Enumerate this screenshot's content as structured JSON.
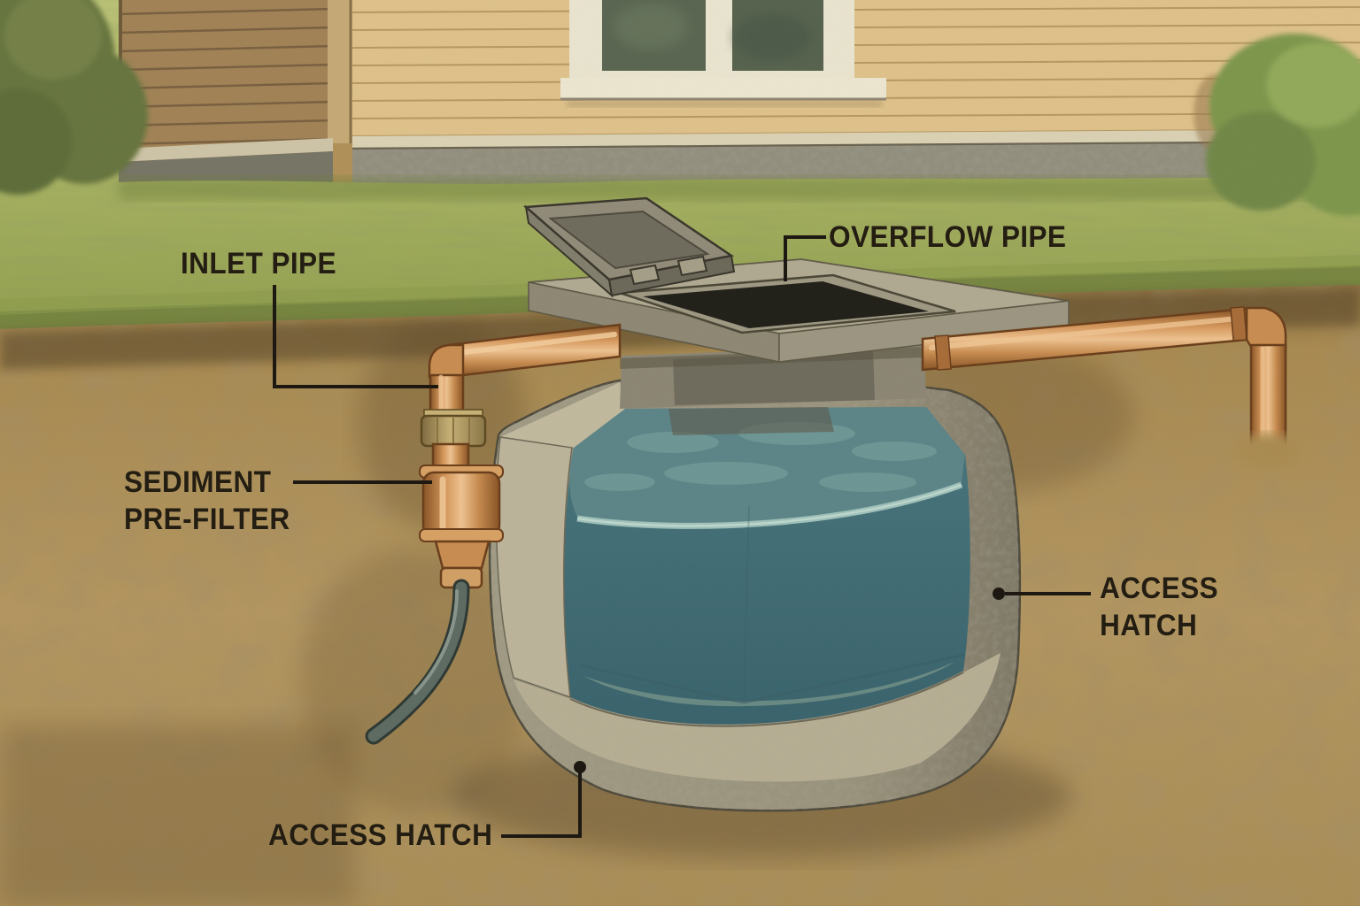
{
  "labels": {
    "inlet_pipe": "INLET PIPE",
    "overflow_pipe": "OVERFLOW PIPE",
    "sediment_line1": "SEDIMENT",
    "sediment_line2": "PRE-FILTER",
    "access_right_line1": "ACCESS",
    "access_right_line2": "HATCH",
    "access_bottom": "ACCESS HATCH"
  },
  "colors": {
    "label_text": "#231d12",
    "leader_line": "#1c1811",
    "copper_pipe": "#c98e52",
    "brass_fitting": "#b49b63",
    "water": "#4b777e",
    "water_highlight": "#a8cbc2",
    "concrete": "#9e9884",
    "grass": "#a9b261",
    "soil": "#b1925a",
    "house_siding": "#e0c38c",
    "hose": "#5d6c64"
  }
}
